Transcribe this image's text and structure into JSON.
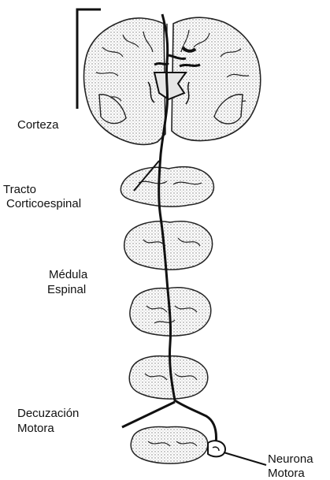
{
  "labels": {
    "corteza": "Corteza",
    "tracto_line1": "Tracto",
    "tracto_line2": "Corticoespinal",
    "medula_line1": "Médula",
    "medula_line2": "Espinal",
    "decuzacion_line1": "Decuzación",
    "decuzacion_line2": "Motora",
    "neurona_line1": "Neurona",
    "neurona_line2": "Motora"
  },
  "colors": {
    "ink": "#111111",
    "stipple": "#8a8a8a",
    "paper": "#ffffff"
  }
}
